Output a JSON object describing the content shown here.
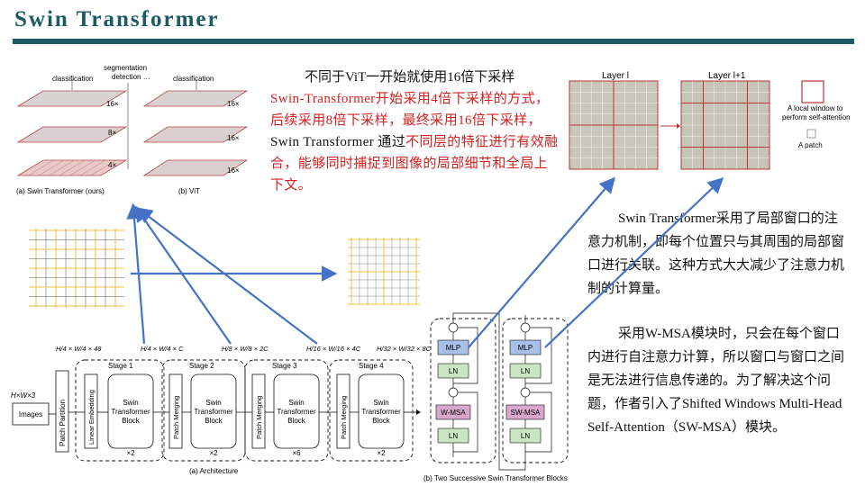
{
  "slide": {
    "title": "Swin Transformer"
  },
  "top_text": {
    "line1": "不同于ViT一开始就使用16倍下采样",
    "red_part": "Swin-Transformer开始采用4倍下采样的方式，后续采用8倍下采样，最终采用16倍下采样，",
    "black_part": "Swin Transformer 通过",
    "red_part2": "不同层的特征进行有效融合，能够同时捕捉到图像的局部细节和全局上下文。"
  },
  "right_text1": "Swin Transformer采用了局部窗口的注意力机制，即每个位置只与其周围的局部窗口进行关联。这种方式大大减少了注意力机制的计算量。",
  "right_text2": "采用W-MSA模块时，只会在每个窗口内进行自注意力计算，所以窗口与窗口之间是无法进行信息传递的。为了解决这个问题，作者引入了Shifted Windows Multi-Head Self-Attention（SW-MSA）模块。",
  "fig_hier": {
    "label_classification_a": "classification",
    "label_segmentation": "segmentation",
    "label_detection": "detection …",
    "label_16x_a": "16×",
    "label_8x_a": "8×",
    "label_4x_a": "4×",
    "label_classification_b": "classification",
    "label_16x_b1": "16×",
    "label_16x_b2": "16×",
    "label_16x_b3": "16×",
    "caption_a": "(a) Swin Transformer (ours)",
    "caption_b": "(b) ViT"
  },
  "fig_window": {
    "layer_l": "Layer l",
    "layer_l1": "Layer l+1",
    "legend_window": "A local window to",
    "legend_window2": "perform self-attention",
    "legend_patch": "A patch"
  },
  "fig_arch": {
    "input_dim": "H×W×3",
    "images": "Images",
    "patch_partition": "Patch Partition",
    "linear_embedding": "Linear Embedding",
    "patch_merging": "Patch Merging",
    "swin_block": "Swin Transformer Block",
    "stage1": "Stage 1",
    "stage2": "Stage 2",
    "stage3": "Stage 3",
    "stage4": "Stage 4",
    "dim0": "H/4 × W/4 × 48",
    "dim1": "H/4 × W/4 × C",
    "dim2": "H/8 × W/8 × 2C",
    "dim3": "H/16 × W/16 × 4C",
    "dim4": "H/32 × W/32 × 8C",
    "rep1": "×2",
    "rep2": "×2",
    "rep3": "×6",
    "rep4": "×2",
    "caption": "(a) Architecture"
  },
  "fig_blocks": {
    "mlp": "MLP",
    "ln": "LN",
    "wmsa": "W-MSA",
    "swmsa": "SW-MSA",
    "caption": "(b) Two Successive Swin Transformer Blocks"
  },
  "colors": {
    "title": "#1c5a64",
    "red_text": "#d42020",
    "arrow": "#4472c4",
    "mlp": "#a8bfe6",
    "ln": "#c8e6c0",
    "msa": "#d8a8cc"
  }
}
